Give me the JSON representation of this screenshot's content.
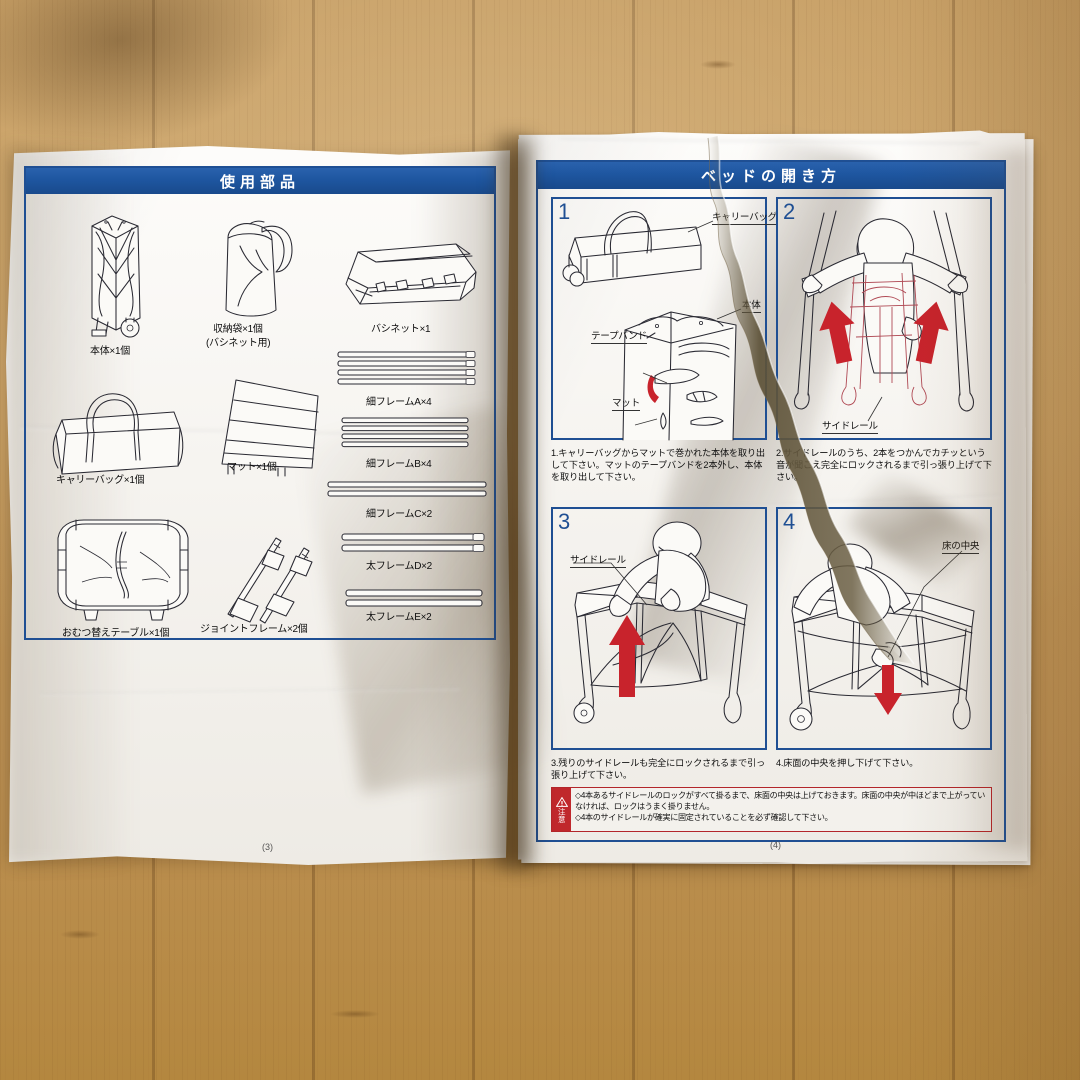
{
  "scene": {
    "description": "photo of an opened Japanese instruction manual on a wooden table",
    "table_color": "#c49a5e",
    "paper_color": "#faf8f4",
    "accent_blue": "#1f4f93",
    "header_blue": "#1e56a0",
    "caution_red": "#c0282c",
    "arrow_red": "#c8232c"
  },
  "left_page": {
    "page_number": "(3)",
    "header_title": "使用部品",
    "parts": [
      {
        "label": "本体×1個"
      },
      {
        "label": "収納袋×1個"
      },
      {
        "label": "(バシネット用)"
      },
      {
        "label": "バシネット×1"
      },
      {
        "label": "キャリーバッグ×1個"
      },
      {
        "label": "マット×1個"
      },
      {
        "label": "細フレームA×4"
      },
      {
        "label": "細フレームB×4"
      },
      {
        "label": "細フレームC×2"
      },
      {
        "label": "太フレームD×2"
      },
      {
        "label": "太フレームE×2"
      },
      {
        "label": "おむつ替えテーブル×1個"
      },
      {
        "label": "ジョイントフレーム×2個"
      }
    ]
  },
  "right_page": {
    "page_number": "(4)",
    "header_title": "ベッドの開き方",
    "steps": [
      {
        "number": "1",
        "callouts": [
          "キャリーバッグ",
          "本体",
          "テープバンド",
          "マット"
        ],
        "caption": "1.キャリーバッグからマットで巻かれた本体を取り出して下さい。マットのテープバンドを2本外し、本体を取り出して下さい。"
      },
      {
        "number": "2",
        "callouts": [
          "サイドレール"
        ],
        "caption": "2.サイドレールのうち、2本をつかんでカチッという音が聞こえ完全にロックされるまで引っ張り上げて下さい。"
      },
      {
        "number": "3",
        "callouts": [
          "サイドレール"
        ],
        "caption": "3.残りのサイドレールも完全にロックされるまで引っ張り上げて下さい。"
      },
      {
        "number": "4",
        "callouts": [
          "床の中央"
        ],
        "caption": "4.床面の中央を押し下げて下さい。"
      }
    ],
    "caution": {
      "mark": "注意",
      "lines": [
        "◇4本あるサイドレールのロックがすべて掛るまで、床面の中央は上げておきます。床面の中央が中ほどまで上がっていなければ、ロックはうまく掛りません。",
        "◇4本のサイドレールが確実に固定されていることを必ず確認して下さい。"
      ]
    }
  }
}
